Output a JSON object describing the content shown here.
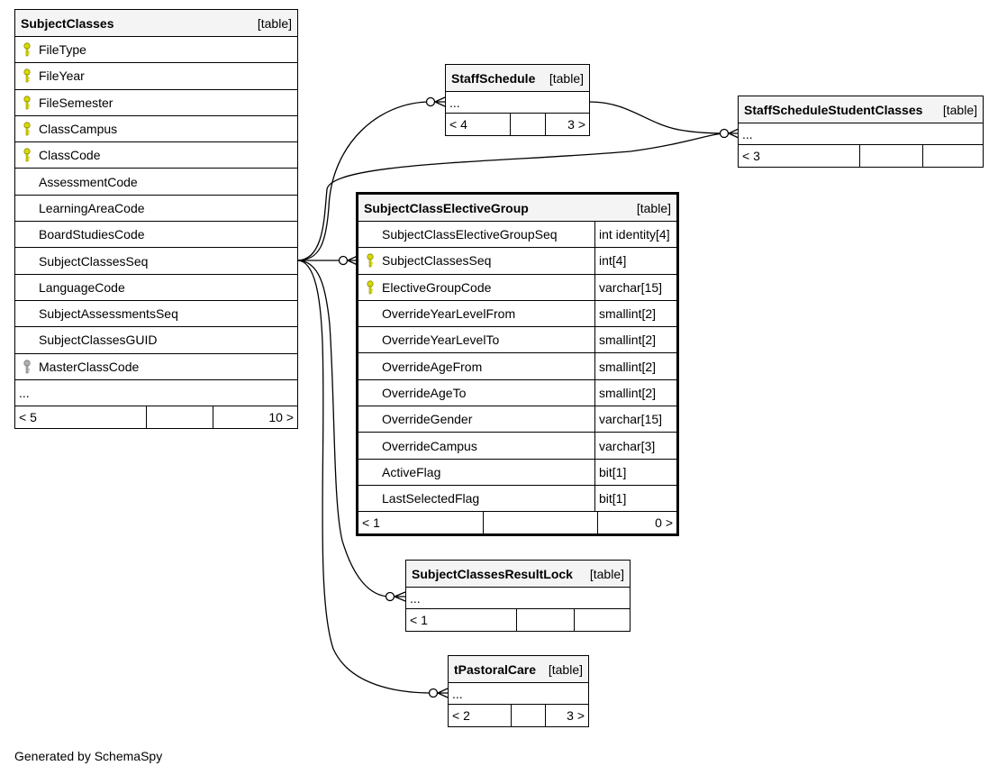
{
  "tables": {
    "subject_classes": {
      "name": "SubjectClasses",
      "kind": "[table]",
      "columns": [
        {
          "name": "FileType",
          "key": "primary"
        },
        {
          "name": "FileYear",
          "key": "primary"
        },
        {
          "name": "FileSemester",
          "key": "primary"
        },
        {
          "name": "ClassCampus",
          "key": "primary"
        },
        {
          "name": "ClassCode",
          "key": "primary"
        },
        {
          "name": "AssessmentCode",
          "key": ""
        },
        {
          "name": "LearningAreaCode",
          "key": ""
        },
        {
          "name": "BoardStudiesCode",
          "key": ""
        },
        {
          "name": "SubjectClassesSeq",
          "key": ""
        },
        {
          "name": "LanguageCode",
          "key": ""
        },
        {
          "name": "SubjectAssessmentsSeq",
          "key": ""
        },
        {
          "name": "SubjectClassesGUID",
          "key": ""
        },
        {
          "name": "MasterClassCode",
          "key": "index"
        }
      ],
      "ellipsis": "...",
      "footer": {
        "parents": "< 5",
        "middle": "",
        "children": "10 >"
      }
    },
    "staff_schedule": {
      "name": "StaffSchedule",
      "kind": "[table]",
      "ellipsis": "...",
      "footer": {
        "parents": "< 4",
        "middle": "",
        "children": "3 >"
      }
    },
    "staff_schedule_student_classes": {
      "name": "StaffScheduleStudentClasses",
      "kind": "[table]",
      "ellipsis": "...",
      "footer": {
        "parents": "< 3",
        "middle": "",
        "children": ""
      }
    },
    "subject_class_elective_group": {
      "name": "SubjectClassElectiveGroup",
      "kind": "[table]",
      "columns": [
        {
          "name": "SubjectClassElectiveGroupSeq",
          "type": "int identity[4]",
          "key": ""
        },
        {
          "name": "SubjectClassesSeq",
          "type": "int[4]",
          "key": "primary"
        },
        {
          "name": "ElectiveGroupCode",
          "type": "varchar[15]",
          "key": "primary"
        },
        {
          "name": "OverrideYearLevelFrom",
          "type": "smallint[2]",
          "key": ""
        },
        {
          "name": "OverrideYearLevelTo",
          "type": "smallint[2]",
          "key": ""
        },
        {
          "name": "OverrideAgeFrom",
          "type": "smallint[2]",
          "key": ""
        },
        {
          "name": "OverrideAgeTo",
          "type": "smallint[2]",
          "key": ""
        },
        {
          "name": "OverrideGender",
          "type": "varchar[15]",
          "key": ""
        },
        {
          "name": "OverrideCampus",
          "type": "varchar[3]",
          "key": ""
        },
        {
          "name": "ActiveFlag",
          "type": "bit[1]",
          "key": ""
        },
        {
          "name": "LastSelectedFlag",
          "type": "bit[1]",
          "key": ""
        }
      ],
      "footer": {
        "parents": "< 1",
        "middle": "",
        "children": "0 >"
      }
    },
    "subject_classes_result_lock": {
      "name": "SubjectClassesResultLock",
      "kind": "[table]",
      "ellipsis": "...",
      "footer": {
        "parents": "< 1",
        "middle": "",
        "children": ""
      }
    },
    "t_pastoral_care": {
      "name": "tPastoralCare",
      "kind": "[table]",
      "ellipsis": "...",
      "footer": {
        "parents": "< 2",
        "middle": "",
        "children": "3 >"
      }
    }
  },
  "icons": {
    "primary": "primary-key-icon",
    "index": "index-key-icon"
  },
  "colors": {
    "primary_key": "#d8d800",
    "index_key": "#b0b0b0",
    "header_bg": "#f4f4f4"
  },
  "generated_by": "Generated by SchemaSpy"
}
